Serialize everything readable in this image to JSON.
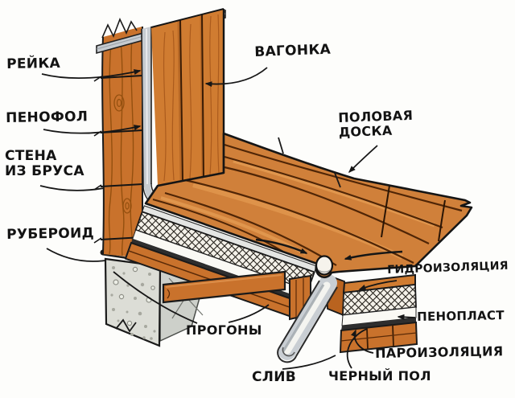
{
  "labels": {
    "reika": "РЕЙКА",
    "penofol": "ПЕНОФОЛ",
    "stena_1": "СТЕНА",
    "stena_2": "ИЗ БРУСА",
    "ruberoid": "РУБЕРОИД",
    "vagonka": "ВАГОНКА",
    "polovaya_1": "ПОЛОВАЯ",
    "polovaya_2": "ДОСКА",
    "gidroizolyatsiya": "ГИДРОИЗОЛЯЦИЯ",
    "penoplast": "ПЕНОПЛАСТ",
    "paroizolyatsiya": "ПАРОИЗОЛЯЦИЯ",
    "cherny_pol": "ЧЕРНЫЙ ПОЛ",
    "progony": "ПРОГОНЫ",
    "sliv": "СЛИВ"
  },
  "colors": {
    "paper": "#fdfdfb",
    "wood": "#d0803a",
    "wood_deep": "#c9722c",
    "wood_line": "#4f2506",
    "outline": "#1a1a1a",
    "metal": "#c7ccd1",
    "concrete": "#dcddd6",
    "hatch_bg": "#f4f1e9"
  }
}
